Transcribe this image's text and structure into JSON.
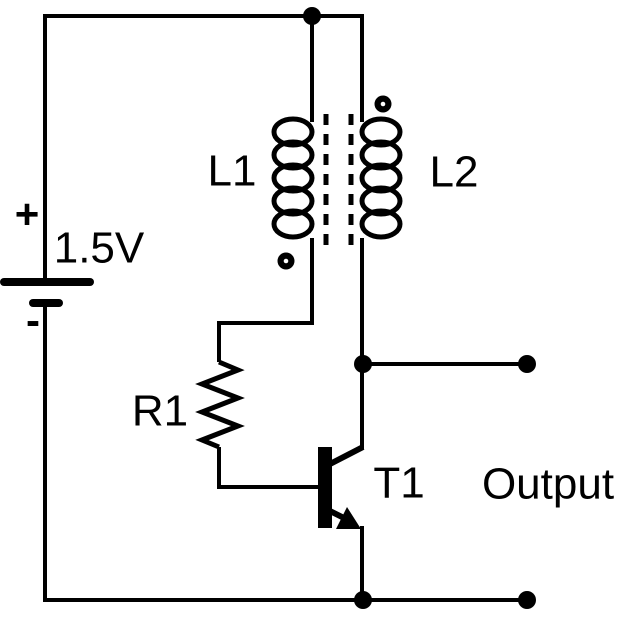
{
  "colors": {
    "line": "#000000",
    "background": "#ffffff"
  },
  "battery": {
    "plus_label": "+",
    "voltage_label": "1.5V",
    "minus_label": "-"
  },
  "transformer": {
    "primary_label": "L1",
    "secondary_label": "L2"
  },
  "resistor": {
    "label": "R1"
  },
  "transistor": {
    "label": "T1"
  },
  "output": {
    "label": "Output"
  }
}
